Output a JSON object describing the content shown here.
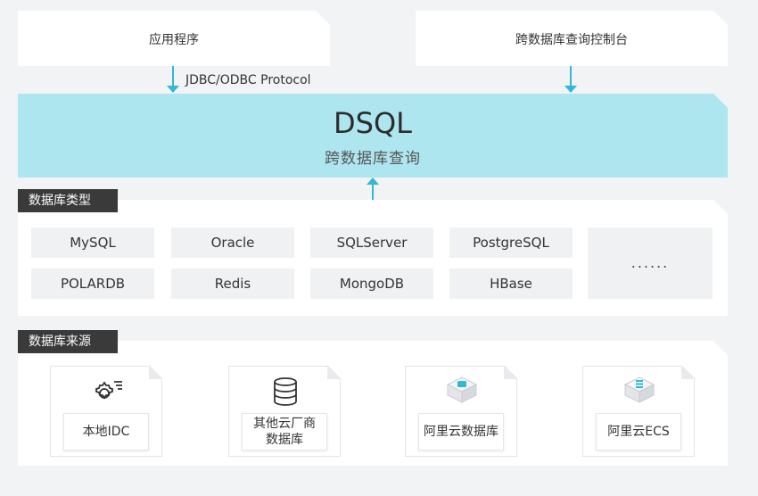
{
  "top": {
    "app_label": "应用程序",
    "console_label": "跨数据库查询控制台",
    "protocol_label": "JDBC/ODBC Protocol"
  },
  "dsql": {
    "title": "DSQL",
    "subtitle": "跨数据库查询"
  },
  "types": {
    "tag": "数据库类型",
    "items": [
      "MySQL",
      "Oracle",
      "SQLServer",
      "PostgreSQL",
      "POLARDB",
      "Redis",
      "MongoDB",
      "HBase"
    ],
    "more": "......"
  },
  "sources": {
    "tag": "数据库来源",
    "items": [
      {
        "label": "本地IDC",
        "icon": "gear-icon"
      },
      {
        "label": "其他云厂商\n数据库",
        "icon": "database-icon"
      },
      {
        "label": "阿里云数据库",
        "icon": "cloud-database-cube-icon"
      },
      {
        "label": "阿里云ECS",
        "icon": "cloud-server-cube-icon"
      }
    ]
  },
  "colors": {
    "accent": "#2fb8d8",
    "dsql_bg": "#aee6ef",
    "tag_bg": "#3a3a3a"
  }
}
